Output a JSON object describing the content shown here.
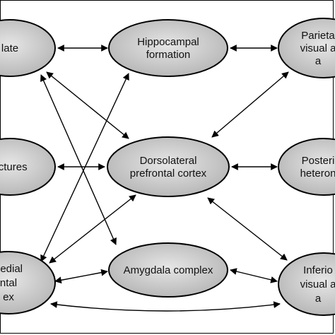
{
  "colors": {
    "node_fill_center": "#e6e6e6",
    "node_fill_edge": "#b4b4b4",
    "node_stroke": "#000000",
    "arrow": "#000000",
    "background": "#ffffff"
  },
  "nodes": {
    "cingulate": {
      "lines": [
        "late"
      ]
    },
    "hippocampal": {
      "lines": [
        "Hippocampal",
        "formation"
      ]
    },
    "parietal": {
      "lines": [
        "Parieta",
        "visual a",
        "a"
      ]
    },
    "subcortical": {
      "lines": [
        "uctures"
      ]
    },
    "dorsolateral": {
      "lines": [
        "Dorsolateral",
        "prefrontal cortex"
      ]
    },
    "posterior": {
      "lines": [
        "Posteri",
        "heteron"
      ]
    },
    "medial": {
      "lines": [
        "nedial",
        "ntal",
        "ex"
      ]
    },
    "amygdala": {
      "lines": [
        "Amygdala complex"
      ]
    },
    "inferior": {
      "lines": [
        "Inferio",
        "visual a",
        "a"
      ]
    }
  }
}
